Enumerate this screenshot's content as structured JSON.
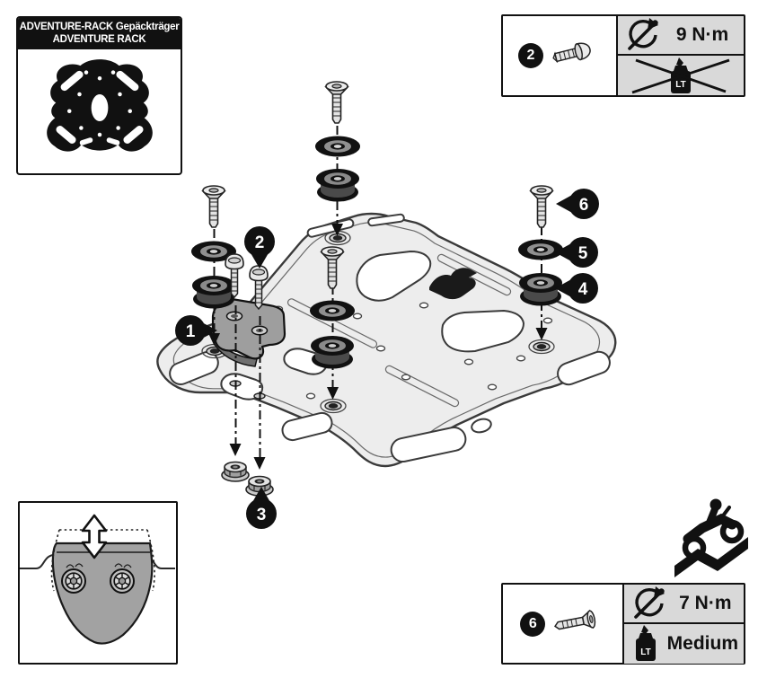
{
  "title_box": {
    "line1": "ADVENTURE-RACK Gepäckträger",
    "line2": "ADVENTURE RACK"
  },
  "callouts": {
    "c1": "1",
    "c2": "2",
    "c3": "3",
    "c4": "4",
    "c5": "5",
    "c6": "6"
  },
  "spec_top": {
    "item_number": "2",
    "torque": "9 N·m",
    "bottle_label": "LT"
  },
  "spec_bottom": {
    "item_number": "6",
    "torque": "7 N·m",
    "threadlocker": "Medium",
    "bottle_label": "LT"
  },
  "colors": {
    "plate": "#ededed",
    "adapter": "#9e9e9e",
    "cell_gray": "#d9d9d9",
    "ink": "#111111"
  }
}
